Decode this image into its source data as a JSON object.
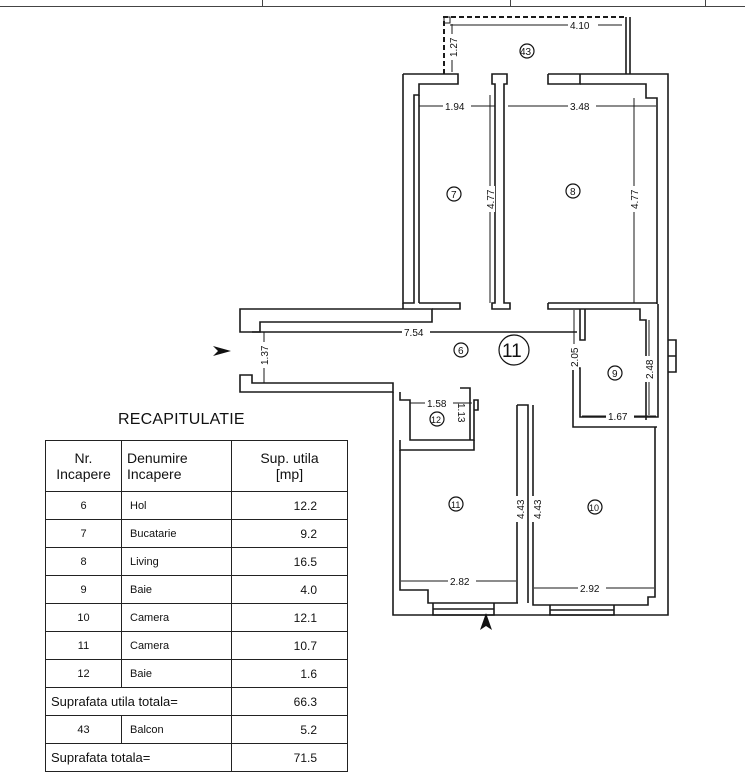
{
  "recap": {
    "title": "RECAPITULATIE",
    "headers": {
      "nr_line1": "Nr.",
      "nr_line2": "Incapere",
      "name_line1": "Denumire",
      "name_line2": "Incapere",
      "area_line1": "Sup. utila",
      "area_line2": "[mp]"
    },
    "rows": [
      {
        "nr": "6",
        "name": "Hol",
        "area": "12.2"
      },
      {
        "nr": "7",
        "name": "Bucatarie",
        "area": "9.2"
      },
      {
        "nr": "8",
        "name": "Living",
        "area": "16.5"
      },
      {
        "nr": "9",
        "name": "Baie",
        "area": "4.0"
      },
      {
        "nr": "10",
        "name": "Camera",
        "area": "12.1"
      },
      {
        "nr": "11",
        "name": "Camera",
        "area": "10.7"
      },
      {
        "nr": "12",
        "name": "Baie",
        "area": "1.6"
      }
    ],
    "useful_total_label": "Suprafata utila totala=",
    "useful_total": "66.3",
    "balcony": {
      "nr": "43",
      "name": "Balcon",
      "area": "5.2"
    },
    "grand_total_label": "Suprafata totala=",
    "grand_total": "71.5"
  },
  "plan": {
    "apartment_number": "11",
    "rooms": {
      "r6": "6",
      "r7": "7",
      "r8": "8",
      "r9": "9",
      "r10": "10",
      "r11": "11",
      "r12": "12",
      "r43": "43"
    },
    "dimensions": {
      "balcony_width": "4.10",
      "balcony_depth": "1.27",
      "kitchen_width": "1.94",
      "kitchen_depth": "4.77",
      "living_width": "3.48",
      "living_depth": "4.77",
      "hall_length": "7.54",
      "hall_width": "1.37",
      "bath9_depth_left": "2.05",
      "bath9_depth_right": "2.48",
      "bath9_width": "1.67",
      "bath12_width": "1.58",
      "bath12_depth": "1.13",
      "room11_depth": "4.43",
      "room11_width": "2.82",
      "room10_depth": "4.43",
      "room10_width": "2.92"
    }
  }
}
